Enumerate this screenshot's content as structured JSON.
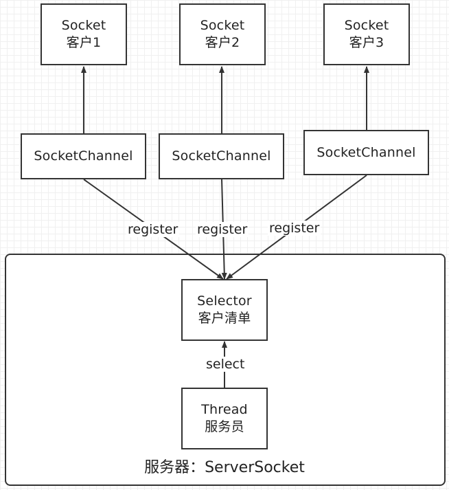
{
  "sockets": [
    {
      "line1": "Socket",
      "line2": "客户1"
    },
    {
      "line1": "Socket",
      "line2": "客户2"
    },
    {
      "line1": "Socket",
      "line2": "客户3"
    }
  ],
  "channels": [
    {
      "label": "SocketChannel"
    },
    {
      "label": "SocketChannel"
    },
    {
      "label": "SocketChannel"
    }
  ],
  "register_labels": [
    "register",
    "register",
    "register"
  ],
  "selector": {
    "line1": "Selector",
    "line2": "客户清单"
  },
  "select_label": "select",
  "thread": {
    "line1": "Thread",
    "line2": "服务员"
  },
  "server": {
    "label": "服务器：ServerSocket"
  }
}
